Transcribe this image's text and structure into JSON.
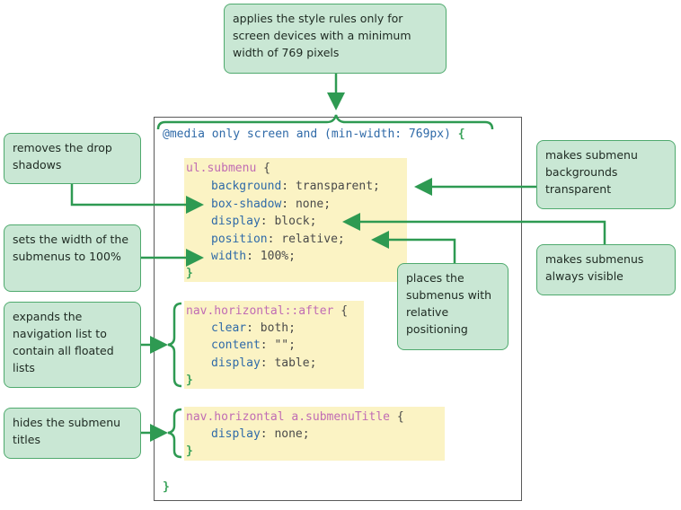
{
  "code": {
    "media_rule": "@media only screen and (min-width: 769px)",
    "open_brace": "{",
    "close_brace": "}",
    "block1": {
      "selector": "ul.submenu",
      "lines": [
        {
          "prop": "background",
          "value": "transparent;"
        },
        {
          "prop": "box-shadow",
          "value": "none;"
        },
        {
          "prop": "display",
          "value": "block;"
        },
        {
          "prop": "position",
          "value": "relative;"
        },
        {
          "prop": "width",
          "value": "100%;"
        }
      ]
    },
    "block2": {
      "selector": "nav.horizontal::after",
      "lines": [
        {
          "prop": "clear",
          "value": "both;"
        },
        {
          "prop": "content",
          "value": "\"\";"
        },
        {
          "prop": "display",
          "value": "table;"
        }
      ]
    },
    "block3": {
      "selector": "nav.horizontal a.submenuTitle",
      "lines": [
        {
          "prop": "display",
          "value": "none;"
        }
      ]
    }
  },
  "callouts": {
    "top": "applies the style rules only for screen devices with a minimum width of 769 pixels",
    "drop_shadows": "removes the drop shadows",
    "width": "sets the width of the submenus to 100%",
    "floated": "expands the navigation list to contain all floated lists",
    "titles": "hides the submenu titles",
    "backgrounds": "makes submenu backgrounds transparent",
    "visible": "makes submenus always visible",
    "positioning": "places the submenus with relative positioning"
  },
  "colors": {
    "callout_fill": "#c9e7d4",
    "callout_border": "#4faa6e",
    "arrow": "#2e9a52",
    "highlight": "#fbf3c4",
    "selector": "#c06cb4",
    "property": "#2f6aa8"
  }
}
